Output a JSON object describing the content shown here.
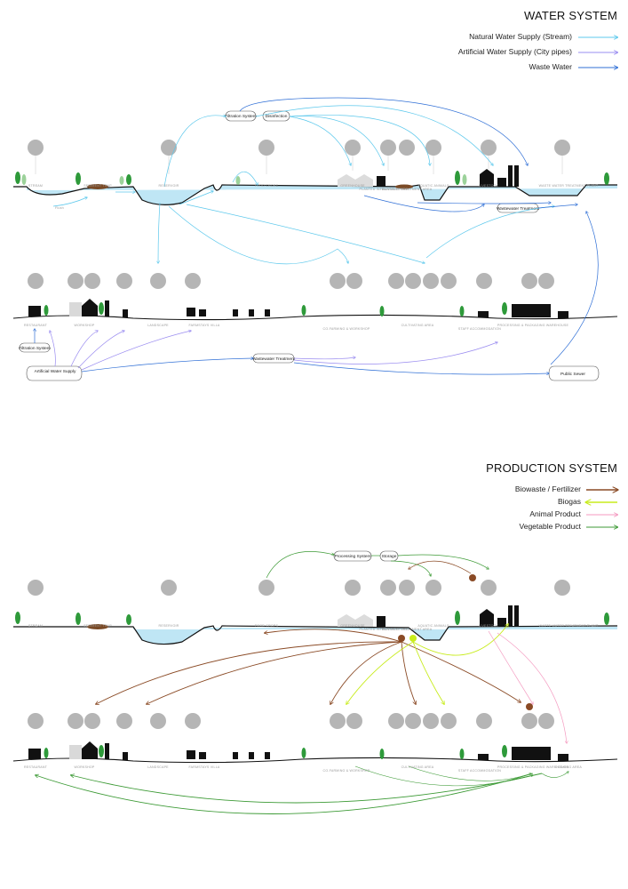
{
  "water_section": {
    "title": "WATER SYSTEM",
    "legend": [
      {
        "label": "Natural Water Supply (Stream)",
        "color": "#5cc8ec"
      },
      {
        "label": "Artificial Water Supply (City pipes)",
        "color": "#9a8cf0"
      },
      {
        "label": "Waste Water",
        "color": "#2f6fd6"
      }
    ],
    "top_row_labels": [
      "STREAM",
      "SEDIMENT TRAP",
      "RESERVOIR",
      "FOOD CROPS",
      "GREENHOUSE",
      "PLANTED INFRASTRUCTURE",
      "BIOWASTE TREATMENT AREA",
      "AQUATIC ANIMALS",
      "LIVESTOCK",
      "WASTE WATER TREATMENT PLANT"
    ],
    "bottom_row_labels": [
      "RESTAURANT",
      "WORKSHOP",
      "LANDSCAPE",
      "FARMSTAYS VILLA",
      "CO-FARMING & WORKSHOP",
      "CULTIVATING AREA",
      "STAFF ACCOMMODATION",
      "PROCESSING & PACKAGING WAREHOUSE"
    ],
    "boxes": {
      "filtration_top": "Filtration System",
      "disinfection": "Disinfection",
      "wastewater_top": "Wastewater Treatment",
      "filtration_bottom": "Filtration System",
      "artificial_supply": "Artificial Water Supply",
      "wastewater_bottom": "Wastewater Treatment",
      "public_sewer": "Public Sewer"
    },
    "flush_label": "Flush"
  },
  "production_section": {
    "title": "PRODUCTION SYSTEM",
    "legend": [
      {
        "label": "Biowaste / Fertilizer",
        "color": "#8a4a25"
      },
      {
        "label": "Biogas",
        "color": "#c8ec1c"
      },
      {
        "label": "Animal Product",
        "color": "#f49ac0"
      },
      {
        "label": "Vegetable Product",
        "color": "#3c9a35"
      }
    ],
    "top_row_labels": [
      "STREAM",
      "SEDIMENT TRAP",
      "RESERVOIR",
      "FOOD CROPS",
      "GREENHOUSE",
      "PLANTED INFRASTRUCTURE",
      "BIOWASTE TREATMENT AREA",
      "AQUATIC ANIMALS",
      "LIVESTOCK",
      "WASTE WATER TREATMENT PLANT"
    ],
    "bottom_row_labels": [
      "RESTAURANT",
      "WORKSHOP",
      "LANDSCAPE",
      "FARMSTAYS VILLA",
      "CO-FARMING & WORKSHOP",
      "CULTIVATING AREA",
      "STAFF ACCOMMODATION",
      "PROCESSING & PACKAGING WAREHOUSE",
      "COOKING AREA"
    ],
    "boxes": {
      "processing": "Processing System",
      "storage": "Storage"
    }
  },
  "colors": {
    "icon_gray": "#b5b5b5",
    "water": "#bfe6f5",
    "tree_dark": "#2e9a3a",
    "tree_light": "#9cd29a",
    "building": "#111111"
  }
}
